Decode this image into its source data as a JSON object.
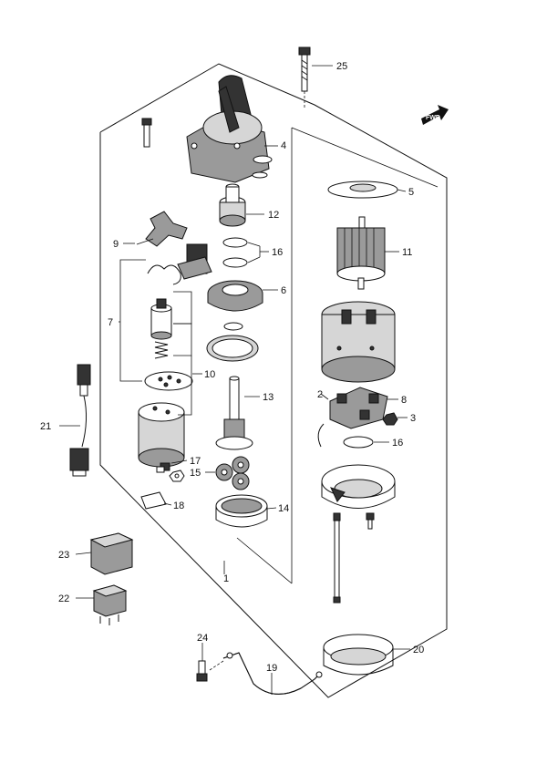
{
  "diagram": {
    "fwd_label": "FWD",
    "callouts": [
      {
        "id": "c1",
        "text": "1"
      },
      {
        "id": "c2",
        "text": "2"
      },
      {
        "id": "c3",
        "text": "3"
      },
      {
        "id": "c4",
        "text": "4"
      },
      {
        "id": "c5",
        "text": "5"
      },
      {
        "id": "c6",
        "text": "6"
      },
      {
        "id": "c7",
        "text": "7"
      },
      {
        "id": "c8",
        "text": "8"
      },
      {
        "id": "c9",
        "text": "9"
      },
      {
        "id": "c10",
        "text": "10"
      },
      {
        "id": "c11",
        "text": "11"
      },
      {
        "id": "c12",
        "text": "12"
      },
      {
        "id": "c13",
        "text": "13"
      },
      {
        "id": "c14",
        "text": "14"
      },
      {
        "id": "c15",
        "text": "15"
      },
      {
        "id": "c16a",
        "text": "16"
      },
      {
        "id": "c16b",
        "text": "16"
      },
      {
        "id": "c17",
        "text": "17"
      },
      {
        "id": "c18",
        "text": "18"
      },
      {
        "id": "c19",
        "text": "19"
      },
      {
        "id": "c20",
        "text": "20"
      },
      {
        "id": "c21",
        "text": "21"
      },
      {
        "id": "c22",
        "text": "22"
      },
      {
        "id": "c23",
        "text": "23"
      },
      {
        "id": "c24",
        "text": "24"
      },
      {
        "id": "c25",
        "text": "25"
      }
    ]
  }
}
